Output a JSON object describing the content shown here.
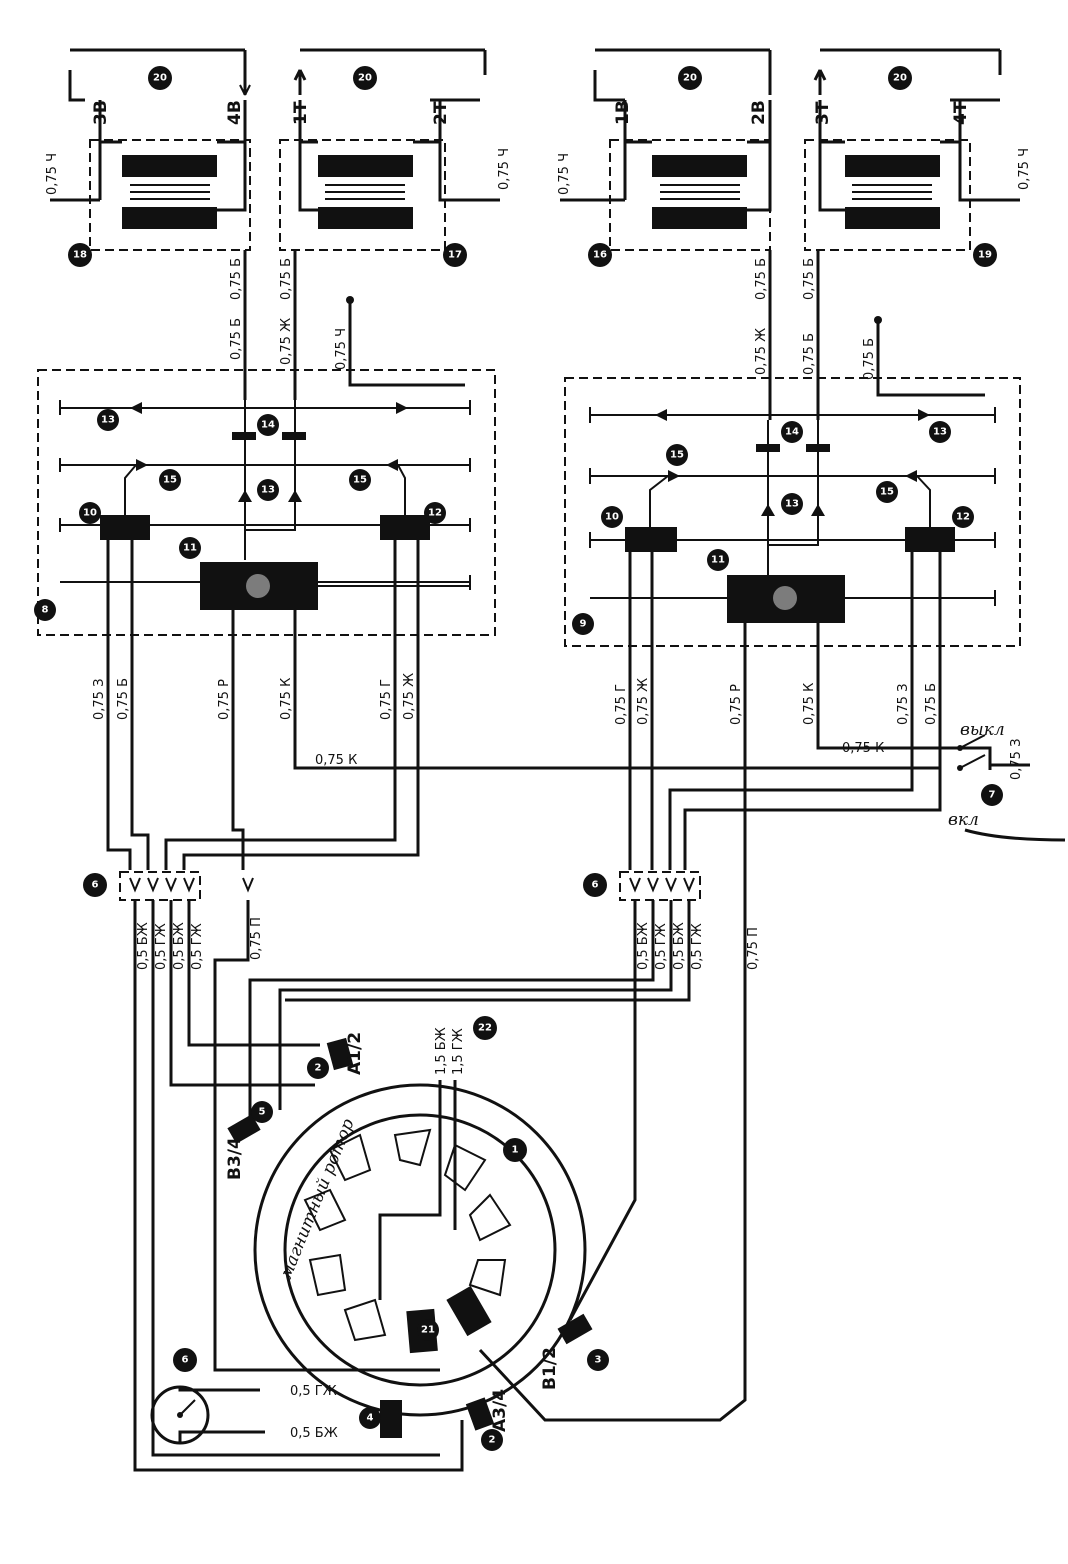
{
  "transformers": {
    "t18": {
      "num": "18",
      "coil_num": "20",
      "left_terminal": "3В",
      "right_terminal": "4В",
      "wire": "0,75 Ч"
    },
    "t17": {
      "num": "17",
      "coil_num": "20",
      "left_terminal": "1Т",
      "right_terminal": "2Т",
      "wire": "0,75 Ч"
    },
    "t16": {
      "num": "16",
      "coil_num": "20",
      "left_terminal": "1В",
      "right_terminal": "2В",
      "wire": "0,75 Ч"
    },
    "t19": {
      "num": "19",
      "coil_num": "20",
      "left_terminal": "3Т",
      "right_terminal": "4Т",
      "wire": "0,75 Ч"
    }
  },
  "link_wires": {
    "l1": "0,75 Б",
    "l2": "0,75 Б",
    "l3": "0,75 Ж",
    "l4": "0,75 Б",
    "l5": "0,75 Ч",
    "r1": "0,75 Ж",
    "r2": "0,75 Б",
    "r3": "0,75 Б",
    "r4": "0,75 Б",
    "r5": "0,75 Б"
  },
  "left_block": {
    "num": "8",
    "parts": {
      "p10": "10",
      "p11": "11",
      "p12": "12",
      "p13a": "13",
      "p13b": "13",
      "p14": "14",
      "p15a": "15",
      "p15b": "15"
    },
    "wires": [
      "0,75 З",
      "0,75 Б",
      "0,75 Р",
      "0,75 К",
      "0,75 Г",
      "0,75 Ж"
    ]
  },
  "right_block": {
    "num": "9",
    "parts": {
      "p10": "10",
      "p11": "11",
      "p12": "12",
      "p13a": "13",
      "p13b": "13",
      "p14": "14",
      "p15a": "15",
      "p15b": "15"
    },
    "wires": [
      "0,75 Г",
      "0,75 Ж",
      "0,75 Р",
      "0,75 К",
      "0,75 З",
      "0,75 Б"
    ]
  },
  "connector_wire": "0,75 К",
  "switch": {
    "off_label": "выкл",
    "on_label": "вкл",
    "wire_k": "0,75 К",
    "wire_z": "0,75 З",
    "num": "7"
  },
  "left_connector": {
    "num": "6",
    "wires": [
      "0,5 БЖ",
      "0,5 ГЖ",
      "0,5 БЖ",
      "0,5 ГЖ",
      "0,75 П"
    ]
  },
  "right_connector": {
    "num": "6",
    "wires": [
      "0,5 БЖ",
      "0,5 ГЖ",
      "0,5 БЖ",
      "0,5 ГЖ",
      "0,75 П"
    ]
  },
  "motor": {
    "num": "1",
    "rotor_label": "магнитный ротор",
    "sensor_2": {
      "num": "2",
      "label": "А1/2"
    },
    "sensor_5": {
      "num": "5",
      "label": "В3/4"
    },
    "sensor_3": {
      "num": "3",
      "label": "В1/2"
    },
    "sensor_2b": {
      "num": "2",
      "label": "А3/4"
    },
    "sensor_4": {
      "num": "4"
    },
    "sensor_21": {
      "num": "21"
    },
    "feed_num": "22",
    "feed_wires": [
      "1,5 БЖ",
      "1,5 ГЖ"
    ]
  },
  "gauge": {
    "num": "6",
    "wire_top": "0,5 ГЖ",
    "wire_bottom": "0,5 БЖ"
  }
}
